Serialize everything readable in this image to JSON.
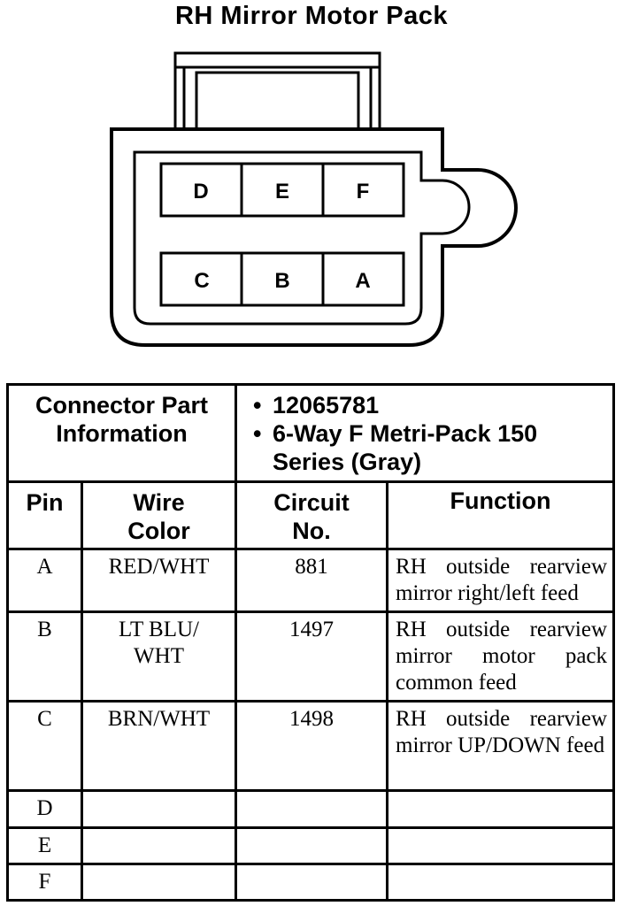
{
  "title": "RH Mirror Motor Pack",
  "connector": {
    "pins_top": [
      "D",
      "E",
      "F"
    ],
    "pins_bottom": [
      "C",
      "B",
      "A"
    ]
  },
  "part_info": {
    "label": "Connector Part Information",
    "items": [
      "12065781",
      "6-Way F Metri-Pack 150 Series (Gray)"
    ]
  },
  "columns": {
    "pin": "Pin",
    "wire_color": "Wire Color",
    "circuit": "Circuit No.",
    "function": "Function"
  },
  "rows": [
    {
      "pin": "A",
      "wire_color": "RED/WHT",
      "circuit": "881",
      "function": "RH outside rearview mirror right/left feed"
    },
    {
      "pin": "B",
      "wire_color": "LT BLU/ WHT",
      "circuit": "1497",
      "function": "RH outside rearview mirror motor pack common feed"
    },
    {
      "pin": "C",
      "wire_color": "BRN/WHT",
      "circuit": "1498",
      "function": "RH outside rearview mirror UP/DOWN feed"
    },
    {
      "pin": "D",
      "wire_color": "",
      "circuit": "",
      "function": ""
    },
    {
      "pin": "E",
      "wire_color": "",
      "circuit": "",
      "function": ""
    },
    {
      "pin": "F",
      "wire_color": "",
      "circuit": "",
      "function": ""
    }
  ]
}
